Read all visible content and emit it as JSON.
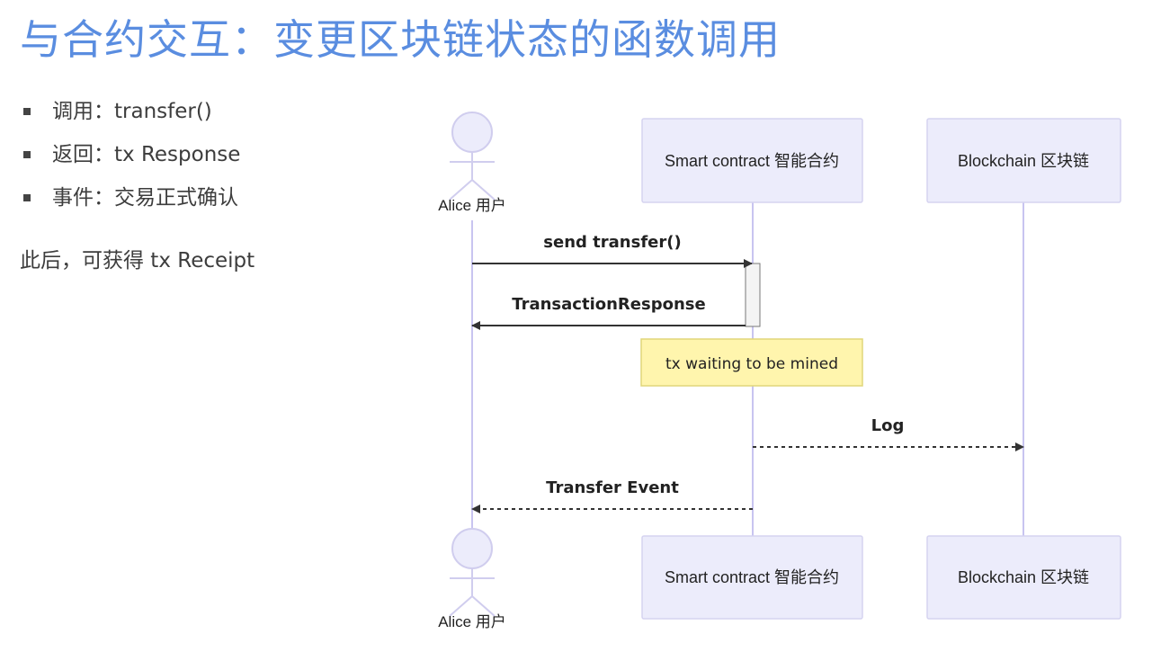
{
  "title": "与合约交互：变更区块链状态的函数调用",
  "bullets": [
    {
      "label": "调用：transfer()"
    },
    {
      "label": "返回：tx Response"
    },
    {
      "label": "事件：交易正式确认"
    }
  ],
  "afterward": "此后，可获得 tx Receipt",
  "sequence": {
    "participants": {
      "alice": "Alice 用户",
      "contract": "Smart contract 智能合约",
      "chain": "Blockchain 区块链"
    },
    "messages": [
      {
        "from": "alice",
        "to": "contract",
        "label": "send transfer()",
        "style": "solid"
      },
      {
        "from": "contract",
        "to": "alice",
        "label": "TransactionResponse",
        "style": "solid"
      },
      {
        "from": "contract",
        "to": "chain",
        "label": "Log",
        "style": "dashed"
      },
      {
        "from": "contract",
        "to": "alice",
        "label": "Transfer Event",
        "style": "dashed"
      }
    ],
    "note": "tx waiting to be mined"
  },
  "colors": {
    "title": "#5a8de0",
    "participant_fill": "#ececfb",
    "participant_stroke": "#d5d3f0",
    "lifeline": "#c8c4f0",
    "note_fill": "#fff5ad",
    "note_stroke": "#e0d67a",
    "arrow": "#333333"
  }
}
